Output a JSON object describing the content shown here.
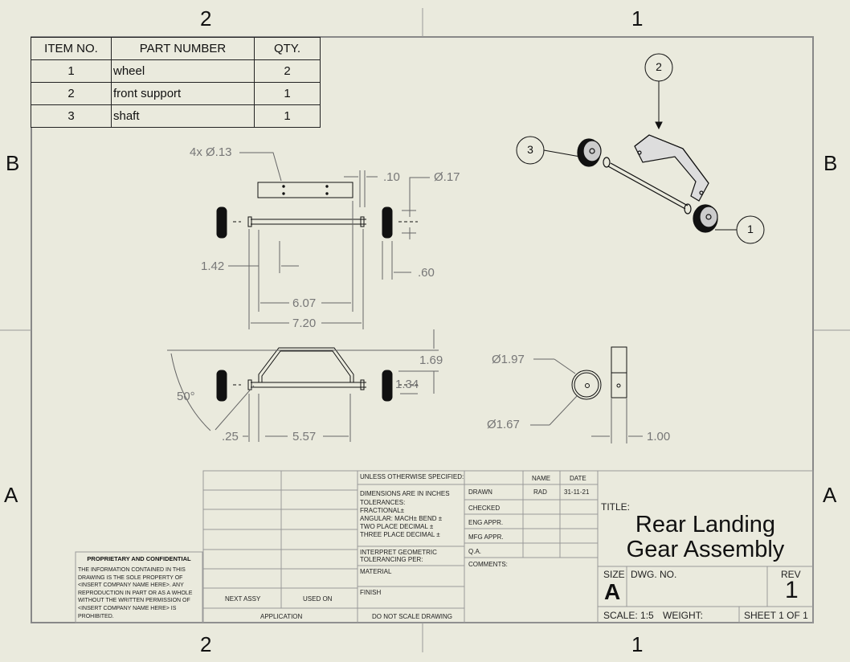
{
  "zones": {
    "top_left": "2",
    "top_right": "1",
    "bottom_left": "2",
    "bottom_right": "1",
    "left_upper": "B",
    "left_lower": "A",
    "right_upper": "B",
    "right_lower": "A"
  },
  "bom": {
    "headers": [
      "ITEM NO.",
      "PART NUMBER",
      "QTY."
    ],
    "rows": [
      {
        "item": "1",
        "part": "wheel",
        "qty": "2"
      },
      {
        "item": "2",
        "part": "front support",
        "qty": "1"
      },
      {
        "item": "3",
        "part": "shaft",
        "qty": "1"
      }
    ]
  },
  "dimensions": {
    "hole_callout": "4x Ø.13",
    "d_010": ".10",
    "d_017": "Ø.17",
    "d_142": "1.42",
    "d_060": ".60",
    "d_607": "6.07",
    "d_720": "7.20",
    "d_169": "1.69",
    "d_134": "1.34",
    "angle": "50°",
    "d_025": ".25",
    "d_557": "5.57",
    "d_197": "Ø1.97",
    "d_167": "Ø1.67",
    "d_100": "1.00"
  },
  "balloons": {
    "b1": "1",
    "b2": "2",
    "b3": "3"
  },
  "title_block": {
    "unless": "UNLESS OTHERWISE SPECIFIED:",
    "dims_in": "DIMENSIONS ARE IN INCHES",
    "tolerances": "TOLERANCES:",
    "fractional": "FRACTIONAL±",
    "angular": "ANGULAR: MACH±    BEND ±",
    "two_place": "TWO PLACE DECIMAL    ±",
    "three_place": "THREE PLACE DECIMAL   ±",
    "interpret": "INTERPRET GEOMETRIC",
    "tolerancing": "TOLERANCING PER:",
    "material": "MATERIAL",
    "finish": "FINISH",
    "do_not_scale": "DO NOT SCALE DRAWING",
    "next_assy": "NEXT ASSY",
    "used_on": "USED ON",
    "application": "APPLICATION",
    "name_hdr": "NAME",
    "date_hdr": "DATE",
    "drawn": "DRAWN",
    "drawn_name": "RAD",
    "drawn_date": "31-11-21",
    "checked": "CHECKED",
    "eng_appr": "ENG APPR.",
    "mfg_appr": "MFG APPR.",
    "qa": "Q.A.",
    "comments": "COMMENTS:",
    "title_label": "TITLE:",
    "title_line1": "Rear Landing",
    "title_line2": "Gear Assembly",
    "size_label": "SIZE",
    "size_value": "A",
    "dwg_no": "DWG.  NO.",
    "rev_label": "REV",
    "rev_value": "1",
    "scale": "SCALE: 1:5",
    "weight": "WEIGHT:",
    "sheet": "SHEET 1 OF 1"
  },
  "proprietary": {
    "heading": "PROPRIETARY AND CONFIDENTIAL",
    "lines": [
      "THE INFORMATION CONTAINED IN THIS",
      "DRAWING IS THE SOLE PROPERTY OF",
      "<INSERT COMPANY NAME HERE>.  ANY",
      "REPRODUCTION IN PART OR AS A WHOLE",
      "WITHOUT THE WRITTEN PERMISSION OF",
      "<INSERT COMPANY NAME HERE> IS",
      "PROHIBITED."
    ]
  }
}
